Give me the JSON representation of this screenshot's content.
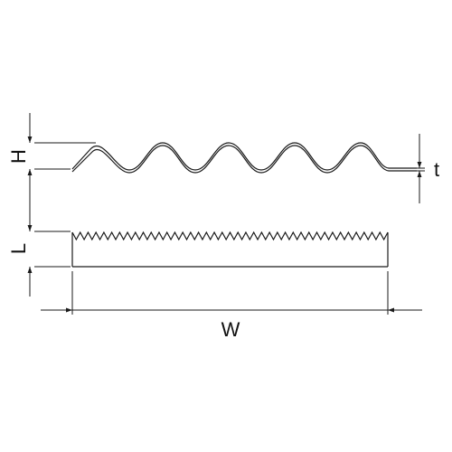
{
  "diagram": {
    "labels": {
      "height": "H",
      "length": "L",
      "width": "W",
      "thickness": "t"
    },
    "colors": {
      "line": "#1a1a1a",
      "background": "#ffffff"
    }
  }
}
